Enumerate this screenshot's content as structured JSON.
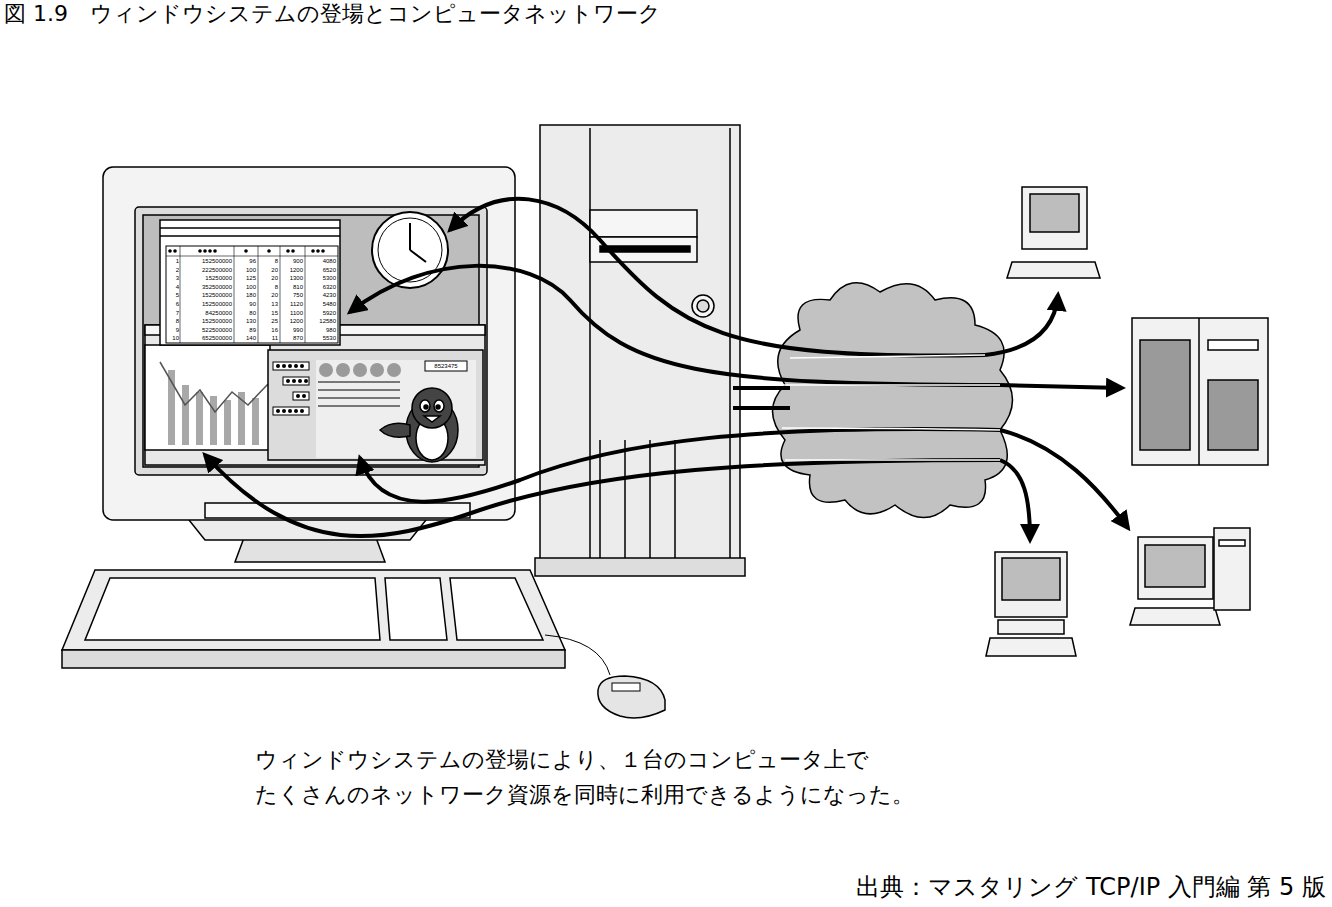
{
  "diagram": {
    "title": "図 1.9　ウィンドウシステムの登場とコンピュータネットワーク",
    "caption": "ウィンドウシステムの登場により、１台のコンピュータ上で たくさんのネットワーク資源を同時に利用できるようになった。",
    "labels": [
      "1",
      "152500000",
      "96",
      "8",
      "900",
      "4080",
      "2",
      "222500000",
      "100",
      "20",
      "1200",
      "6520",
      "3",
      "15250000",
      "125",
      "20",
      "1300",
      "5300",
      "4",
      "352500000",
      "100",
      "8",
      "810",
      "6320",
      "5",
      "152500000",
      "180",
      "20",
      "750",
      "4230",
      "6",
      "152500000",
      "90",
      "13",
      "1120",
      "5480",
      "7",
      "84250000",
      "80",
      "15",
      "1100",
      "5920",
      "8",
      "152500000",
      "130",
      "25",
      "1200",
      "12580",
      "9",
      "522500000",
      "89",
      "16",
      "990",
      "980",
      "10",
      "652500000",
      "140",
      "11",
      "870",
      "5530",
      "8523475",
      "出典：マスタリング TCP/IP 入門編 第 5 版"
    ]
  }
}
